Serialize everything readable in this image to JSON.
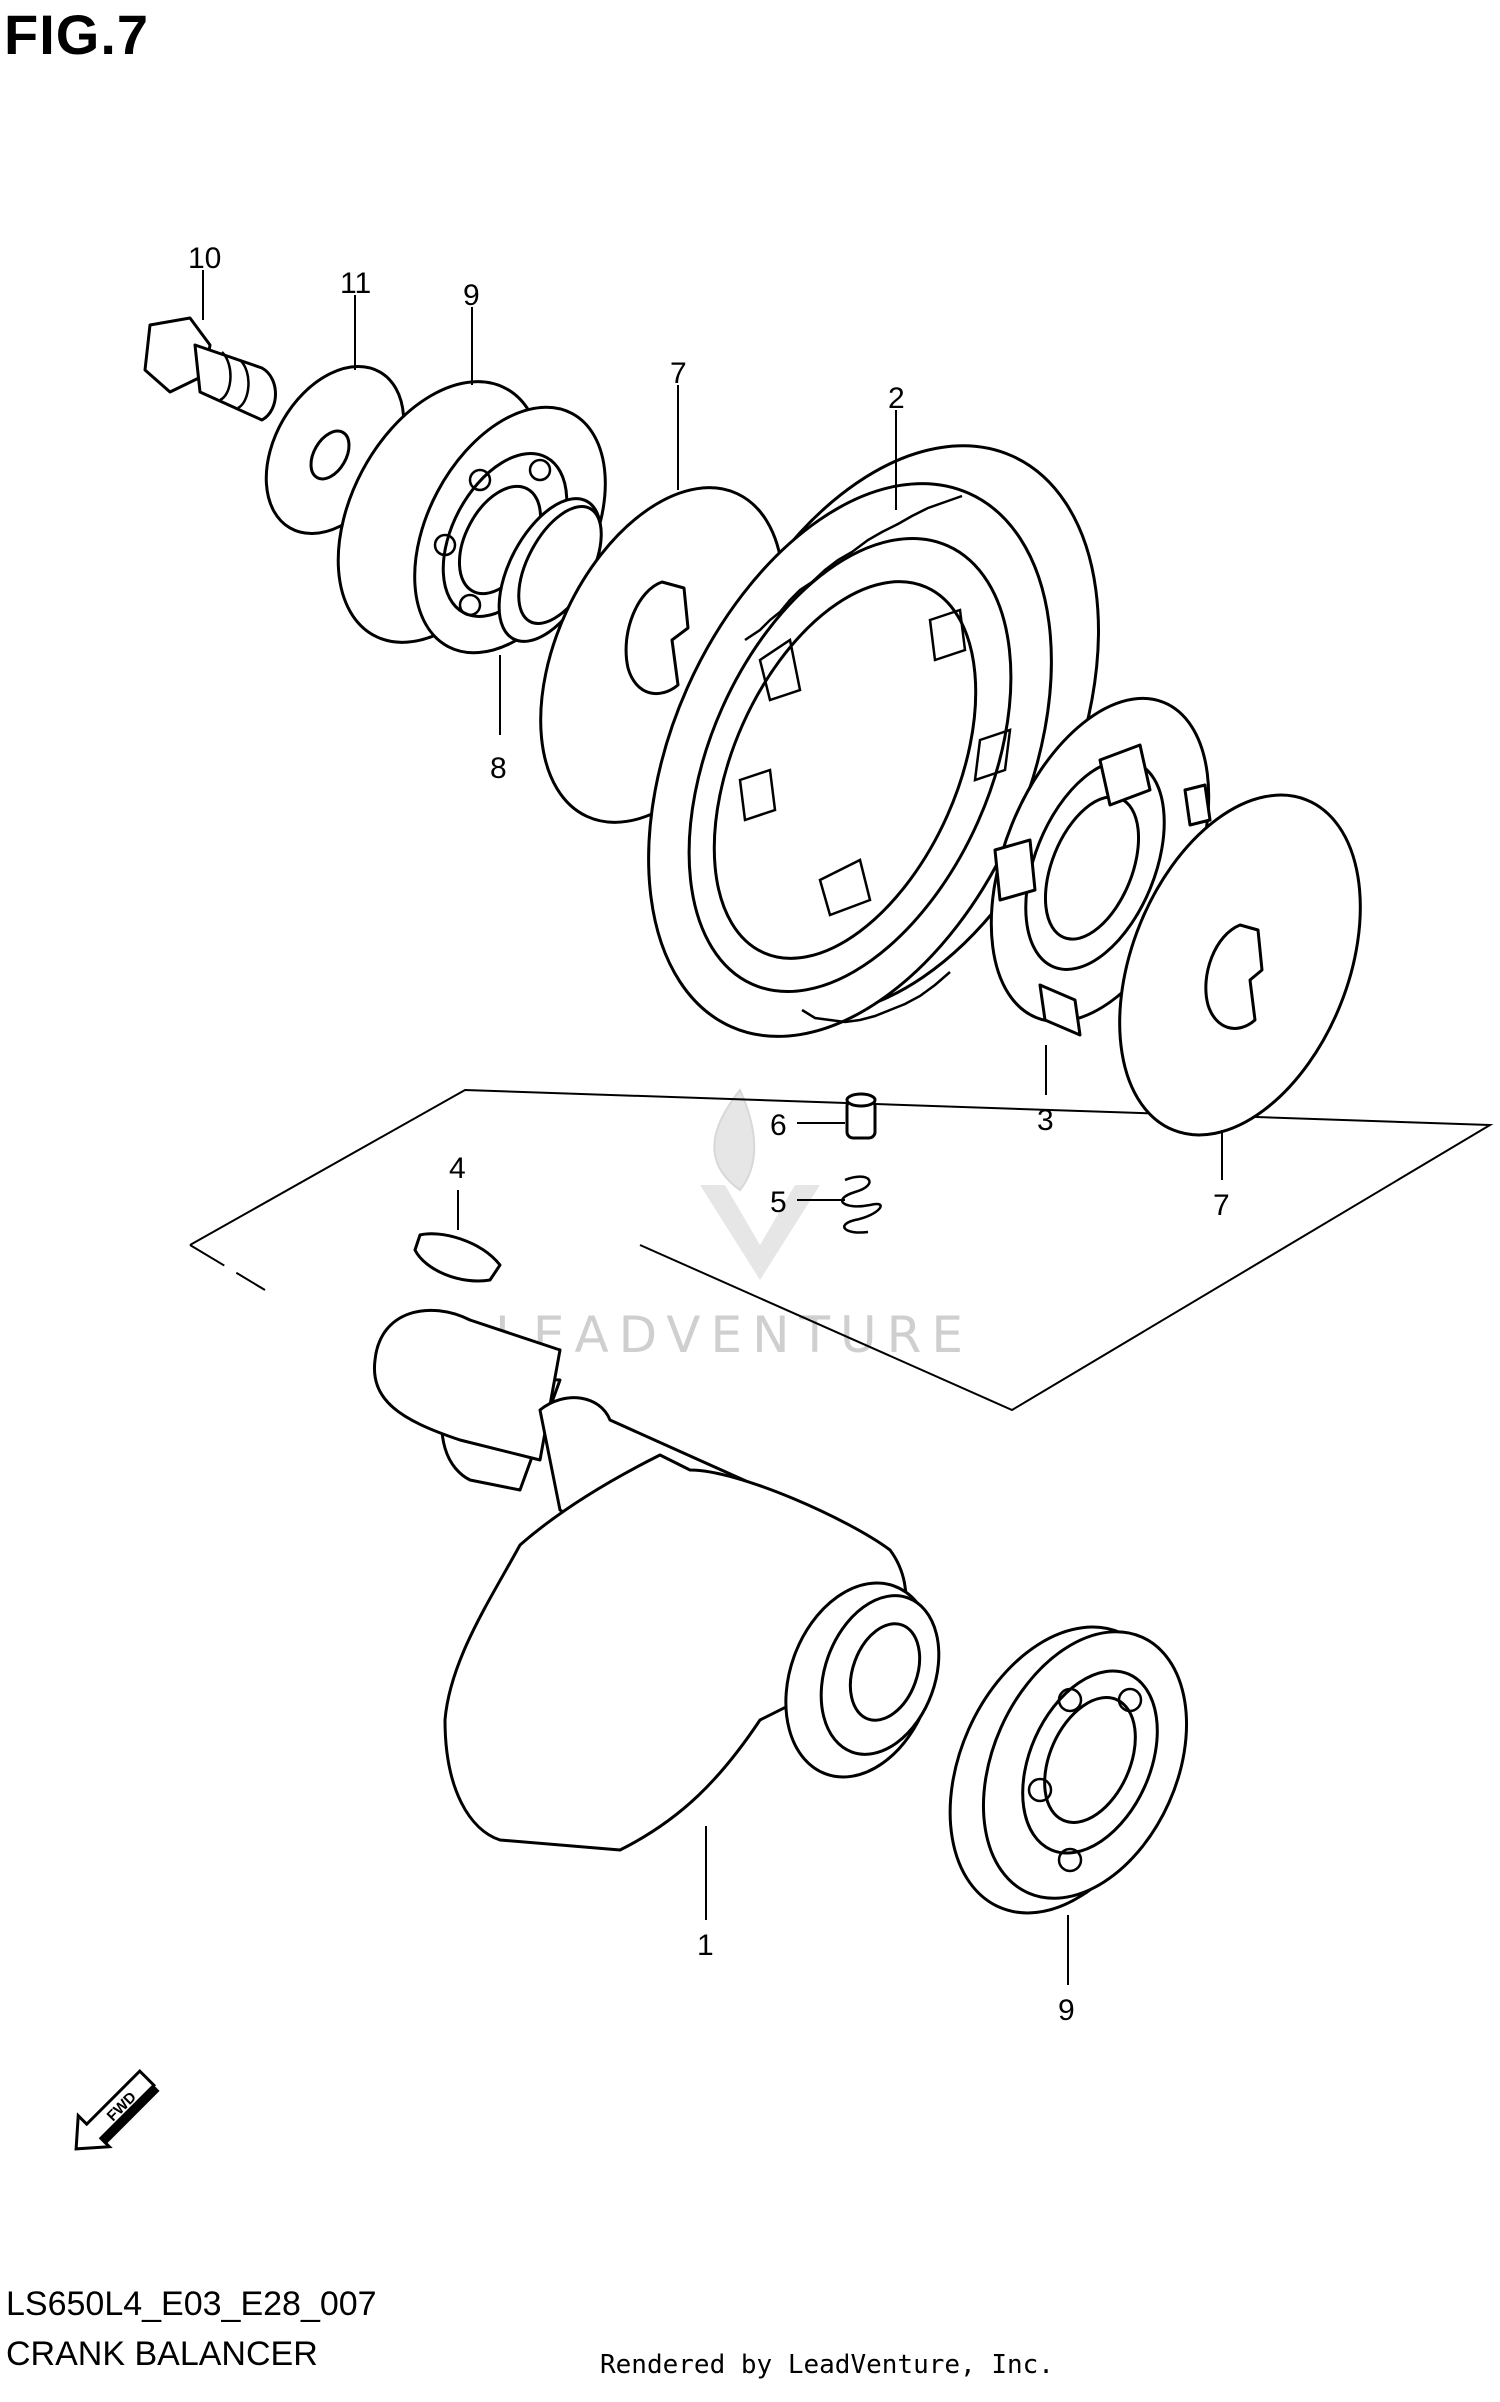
{
  "figure": {
    "title": "FIG.7",
    "model_code": "LS650L4_E03_E28_007",
    "caption": "CRANK BALANCER"
  },
  "watermark": {
    "text": "LEADVENTURE",
    "color": "#cfcfcf"
  },
  "footer": {
    "rendered_by": "Rendered by LeadVenture, Inc."
  },
  "direction_badge": {
    "label": "FWD"
  },
  "callouts": {
    "c10": "10",
    "c11": "11",
    "c9_top": "9",
    "c7_top": "7",
    "c2": "2",
    "c8": "8",
    "c6": "6",
    "c5": "5",
    "c4": "4",
    "c3": "3",
    "c7_right": "7",
    "c1": "1",
    "c9_bottom": "9"
  }
}
